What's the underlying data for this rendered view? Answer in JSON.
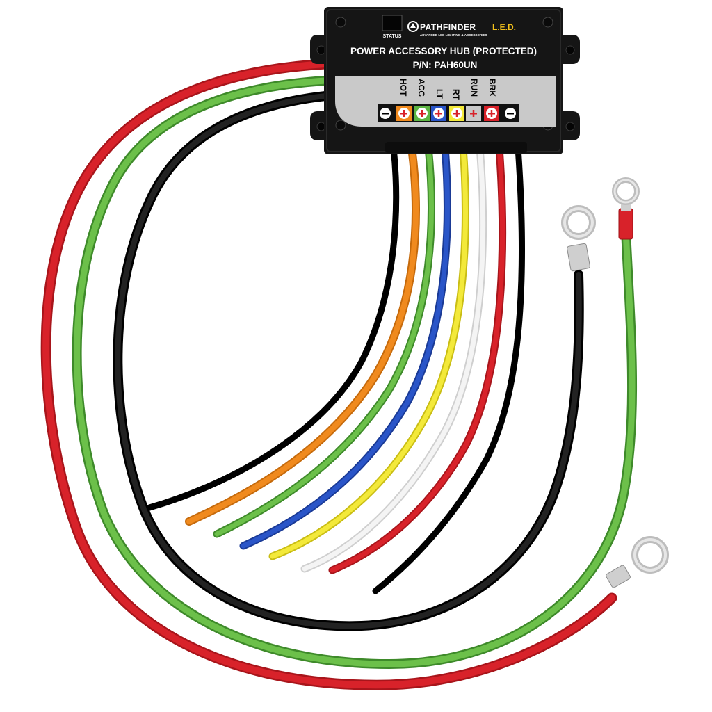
{
  "product": {
    "status_label": "STATUS",
    "brand_name": "PATHFINDER",
    "brand_suffix": "L.E.D.",
    "brand_tagline": "ADVANCED LED LIGHTING & ACCESSORIES",
    "title": "POWER ACCESSORY HUB (PROTECTED)",
    "part_number": "P/N: PAH60UN"
  },
  "terminals": [
    {
      "label": "HOT",
      "sign": "+",
      "color": "#f08a1e"
    },
    {
      "label": "ACC",
      "sign": "+",
      "color": "#5cb443"
    },
    {
      "label": "LT",
      "sign": "+",
      "color": "#2a55c8"
    },
    {
      "label": "RT",
      "sign": "+",
      "color": "#f3e93a"
    },
    {
      "label": "RUN",
      "sign": "+",
      "color": "#ffffff"
    },
    {
      "label": "BRK",
      "sign": "+",
      "color": "#d8222a"
    }
  ],
  "ground_symbol": "−",
  "colors": {
    "housing": "#151515",
    "label_plate": "#c9c9c9",
    "wire_red": "#d8222a",
    "wire_green": "#6cc04a",
    "wire_black": "#111111",
    "wire_orange": "#f08a1e",
    "wire_blue": "#2a55c8",
    "wire_yellow": "#f3e93a",
    "wire_white": "#f4f4f4"
  }
}
